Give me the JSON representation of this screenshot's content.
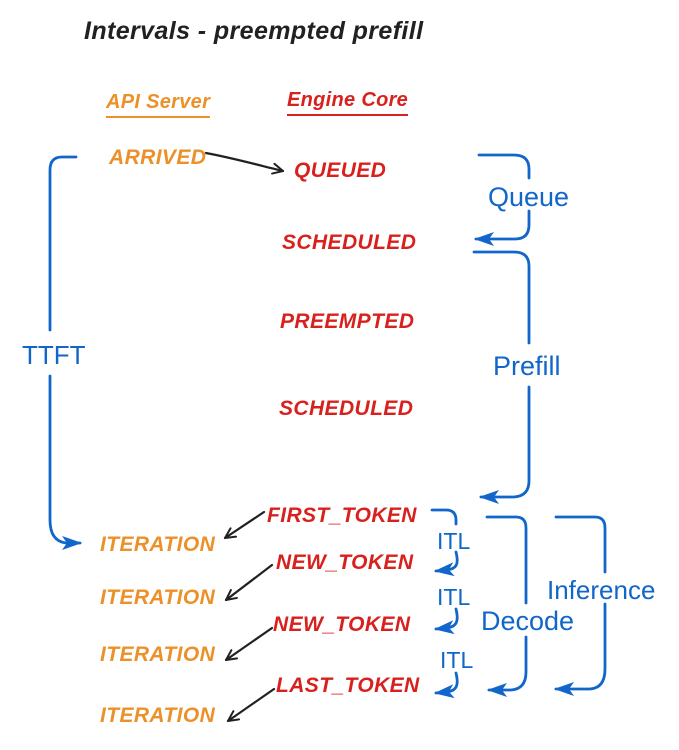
{
  "title": "Intervals - preempted prefill",
  "columns": {
    "api_server": {
      "header": "API Server"
    },
    "engine_core": {
      "header": "Engine Core"
    }
  },
  "events": {
    "arrived": "ARRIVED",
    "queued": "QUEUED",
    "scheduled_1": "SCHEDULED",
    "preempted": "PREEMPTED",
    "scheduled_2": "SCHEDULED",
    "first_token": "FIRST_TOKEN",
    "new_token_1": "NEW_TOKEN",
    "new_token_2": "NEW_TOKEN",
    "last_token": "LAST_TOKEN",
    "iteration_1": "ITERATION",
    "iteration_2": "ITERATION",
    "iteration_3": "ITERATION",
    "iteration_4": "ITERATION"
  },
  "intervals": {
    "ttft": "TTFT",
    "queue": "Queue",
    "prefill": "Prefill",
    "itl_1": "ITL",
    "itl_2": "ITL",
    "itl_3": "ITL",
    "decode": "Decode",
    "inference": "Inference"
  },
  "colors": {
    "api_server": "#EC9129",
    "engine_core": "#D8211D",
    "interval": "#1166C9",
    "ink": "#212121"
  }
}
